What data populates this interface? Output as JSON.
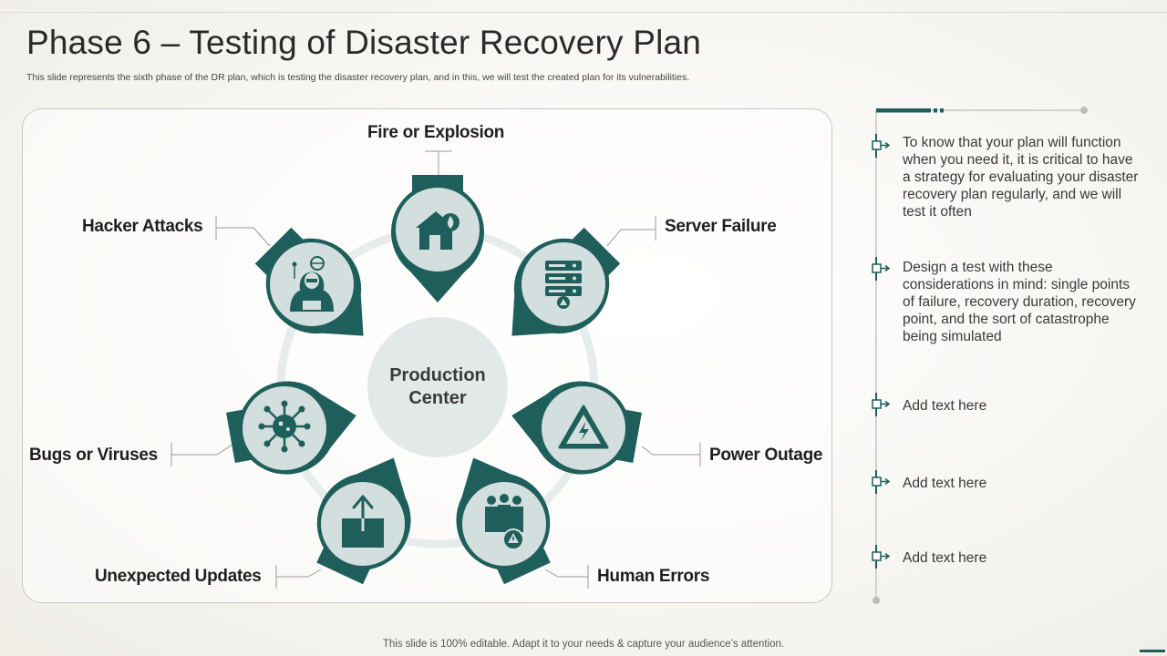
{
  "slide": {
    "title": "Phase 6 – Testing of Disaster Recovery Plan",
    "subtitle": "This slide represents the sixth phase of the DR plan, which is testing the disaster recovery plan, and in this, we will test the created plan for its vulnerabilities.",
    "footer": "This slide is 100% editable. Adapt it to your needs & capture your audience’s attention."
  },
  "diagram": {
    "center_label": "Production Center",
    "nodes": [
      {
        "label": "Fire or Explosion",
        "icon": "house-fire-icon"
      },
      {
        "label": "Server Failure",
        "icon": "server-rack-icon"
      },
      {
        "label": "Power Outage",
        "icon": "high-voltage-warning-icon"
      },
      {
        "label": "Human Errors",
        "icon": "people-warning-icon"
      },
      {
        "label": "Unexpected Updates",
        "icon": "upload-box-icon"
      },
      {
        "label": "Bugs or Viruses",
        "icon": "virus-icon"
      },
      {
        "label": "Hacker Attacks",
        "icon": "hacker-icon"
      }
    ],
    "colors": {
      "teal": "#1f5f5b",
      "light": "#d3dfde",
      "ring": "#e6eceb"
    }
  },
  "timeline": {
    "items": [
      {
        "text": "To know that your plan will function when you need it, it is critical to have a strategy for evaluating your disaster recovery plan regularly,  and we will test it often"
      },
      {
        "text": "Design a test with these considerations in mind: single points of failure, recovery duration, recovery point, and the sort of catastrophe being simulated"
      },
      {
        "text": "Add text here"
      },
      {
        "text": "Add text here"
      },
      {
        "text": "Add text here"
      }
    ]
  }
}
